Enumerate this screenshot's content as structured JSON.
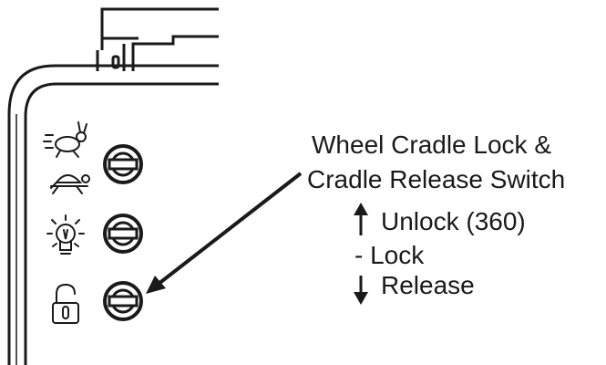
{
  "callout": {
    "title_line1": "Wheel Cradle Lock &",
    "title_line2": "Cradle Release Switch",
    "items": [
      {
        "icon": "arrow-up-icon",
        "text": "Unlock (360)"
      },
      {
        "icon": "dash",
        "text": "- Lock"
      },
      {
        "icon": "arrow-down-icon",
        "text": "Release"
      }
    ]
  },
  "switches": [
    {
      "name": "speed-switch",
      "icons": [
        "rabbit-icon",
        "turtle-icon"
      ]
    },
    {
      "name": "light-switch",
      "icons": [
        "lightbulb-icon"
      ]
    },
    {
      "name": "wheel-cradle-switch",
      "icons": [
        "padlock-icon"
      ]
    }
  ],
  "colors": {
    "line": "#1a1a1a",
    "background": "#ffffff"
  }
}
